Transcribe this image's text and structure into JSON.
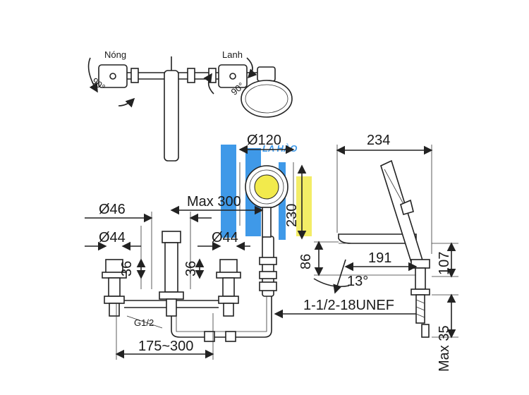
{
  "labels": {
    "hot": "Nóng",
    "cold": "Lanh",
    "rotation_left": "90°",
    "rotation_right": "90°",
    "watermark": "LA HÀO"
  },
  "dimensions": {
    "head_diameter": "Ø120",
    "hose_max": "Max 300",
    "head_height": "230",
    "spout_diameter": "Ø46",
    "left_valve_diameter": "Ø44",
    "right_valve_diameter": "Ø44",
    "left_valve_height": "36",
    "spout_height": "36",
    "spout_length": "234",
    "spout_projection": "191",
    "spout_rise": "86",
    "angle": "13°",
    "side_height": "107",
    "thread": "1-1/2-18UNEF",
    "deck_max": "Max 35",
    "inlet_thread": "G1/2",
    "centers_range": "175~300"
  },
  "colors": {
    "line": "#222222",
    "watermark_blue": "#1e88e5",
    "watermark_yellow": "#f2ea4c"
  }
}
